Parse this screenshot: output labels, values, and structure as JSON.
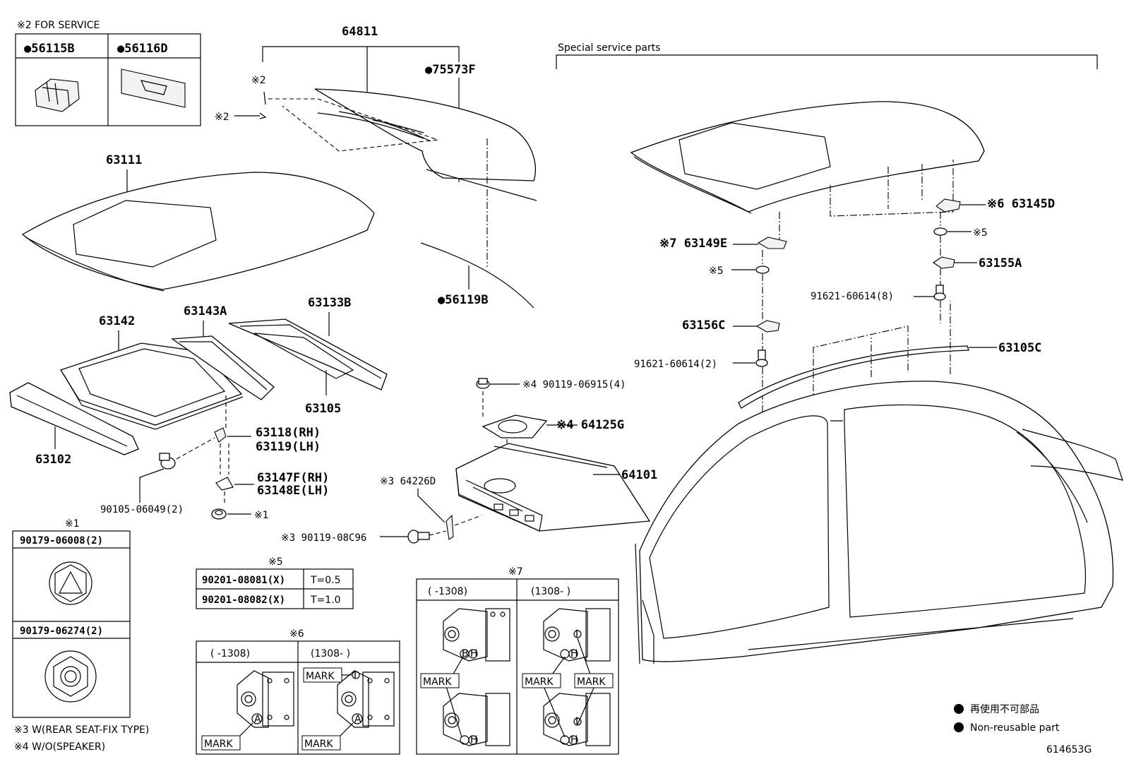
{
  "labels": {
    "service_note": "※2 FOR SERVICE",
    "p56115B": "●56115B",
    "p56116D": "●56116D",
    "p64811": "64811",
    "p75573F": "●75573F",
    "p56119B": "●56119B",
    "ref2a": "※2",
    "ref2b": "※2",
    "p63111": "63111",
    "p63142": "63142",
    "p63143A": "63143A",
    "p63133B": "63133B",
    "p63105": "63105",
    "p63102": "63102",
    "p63118": "63118(RH)",
    "p63119": "63119(LH)",
    "p63147F": "63147F(RH)",
    "p63148E": "63148E(LH)",
    "p90105": "90105-06049(2)",
    "ref1": "※1",
    "special": "Special service parts",
    "p63145D": "※6 63145D",
    "ref5a": "※5",
    "p63149E": "※7 63149E",
    "ref5b": "※5",
    "p63155A": "63155A",
    "p91621a": "91621-60614(8)",
    "p63156C": "63156C",
    "p91621b": "91621-60614(2)",
    "p63105C": "63105C",
    "p90119_069": "※4 90119-06915(4)",
    "p64125G": "※4 64125G",
    "p64101": "64101",
    "p64226D": "※3 64226D",
    "p90119_08C": "※3 90119-08C96",
    "note3": "※3 W(REAR SEAT-FIX TYPE)",
    "note4": "※4 W/O(SPEAKER)",
    "legend_jp": "再使用不可部品",
    "legend_en": "Non-reusable part",
    "diagram_id": "614653G"
  },
  "box1": {
    "title": "※1",
    "rows": [
      "90179-06008(2)",
      "90179-06274(2)"
    ]
  },
  "box5": {
    "title": "※5",
    "rows": [
      {
        "part": "90201-08081(X)",
        "t": "T=0.5"
      },
      {
        "part": "90201-08082(X)",
        "t": "T=1.0"
      }
    ]
  },
  "box6": {
    "title": "※6",
    "col_a": "(    -1308)",
    "col_b": "(1308-     )",
    "mark": "MARK"
  },
  "box7": {
    "title": "※7",
    "col_a": "(    -1308)",
    "col_b": "(1308-     )",
    "mark": "MARK"
  },
  "glyphs": {
    "a": "A",
    "i": "I",
    "b": "B",
    "h": "H"
  }
}
